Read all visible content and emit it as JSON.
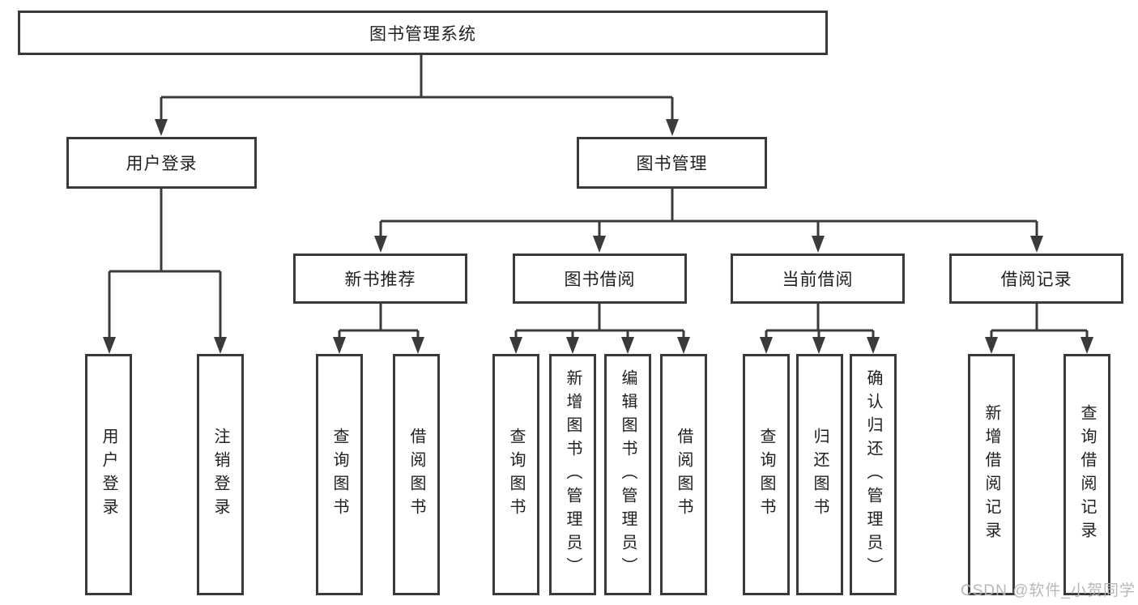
{
  "colors": {
    "line": "#3a3a3a",
    "text": "#202020",
    "background": "#ffffff",
    "watermark": "#b5b5b5"
  },
  "tree": {
    "root": {
      "label": "图书管理系统"
    },
    "branches": [
      {
        "label": "用户登录",
        "children": [
          {
            "label": "用户登录"
          },
          {
            "label": "注销登录"
          }
        ]
      },
      {
        "label": "图书管理",
        "children": [
          {
            "label": "新书推荐",
            "children": [
              {
                "label": "查询图书"
              },
              {
                "label": "借阅图书"
              }
            ]
          },
          {
            "label": "图书借阅",
            "children": [
              {
                "label": "查询图书"
              },
              {
                "label": "新增图书（管理员）"
              },
              {
                "label": "编辑图书（管理员）"
              },
              {
                "label": "借阅图书"
              }
            ]
          },
          {
            "label": "当前借阅",
            "children": [
              {
                "label": "查询图书"
              },
              {
                "label": "归还图书"
              },
              {
                "label": "确认归还（管理员）"
              }
            ]
          },
          {
            "label": "借阅记录",
            "children": [
              {
                "label": "新增借阅记录"
              },
              {
                "label": "查询借阅记录"
              }
            ]
          }
        ]
      }
    ]
  },
  "watermark": {
    "text": "CSDN @软件_小贺同学"
  }
}
